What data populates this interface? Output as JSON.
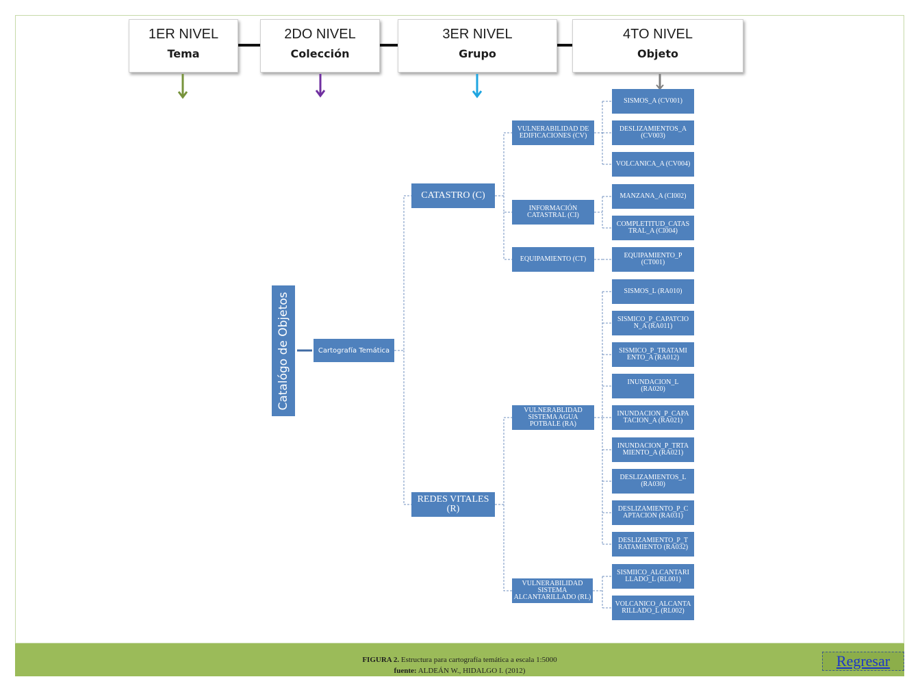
{
  "levels": [
    {
      "title": "1ER NIVEL",
      "subtitle": "Tema",
      "arrow_color": "#77933c"
    },
    {
      "title": "2DO NIVEL",
      "subtitle": "Colección",
      "arrow_color": "#7030a0"
    },
    {
      "title": "3ER NIVEL",
      "subtitle": "Grupo",
      "arrow_color": "#1fa5e0"
    },
    {
      "title": "4TO NIVEL",
      "subtitle": "Objeto",
      "arrow_color": "#7f7f7f"
    }
  ],
  "tree": {
    "root": "Catalógo de Objetos",
    "collection": "Cartografía Temática",
    "themes": [
      {
        "label": "CATASTRO (C)"
      },
      {
        "label": "REDES VITALES\n(R)"
      }
    ],
    "groups": [
      {
        "label": "VULNERABILIDAD DE\nEDIFICACIONES (CV)"
      },
      {
        "label": "INFORMACIÓN\nCATASTRAL (CI)"
      },
      {
        "label": "EQUIPAMIENTO (CT)"
      },
      {
        "label": "VULNERABLIDAD\nSISTEMA AGUA\nPOTBALE (RA)"
      },
      {
        "label": "VULNERABILIDAD\nSISTEMA\nALCANTARILLADO (RL)"
      }
    ],
    "objects": [
      {
        "label": "SISMOS_A (CV001)"
      },
      {
        "label": "DESLIZAMIENTOS_A\n(CV003)"
      },
      {
        "label": "VOLCANICA_A (CV004)"
      },
      {
        "label": "MANZANA_A (CI002)"
      },
      {
        "label": "COMPLETITUD_CATAS\nTRAL_A (CI004)"
      },
      {
        "label": "EQUIPAMIENTO_P\n(CT001)"
      },
      {
        "label": "SISMOS_L (RA010)"
      },
      {
        "label": "SISMICO_P_CAPATCIO\nN_A (RA011)"
      },
      {
        "label": "SISMICO_P_TRATAMI\nENTO_A (RA012)"
      },
      {
        "label": "INUNDACION_L\n(RA020)"
      },
      {
        "label": "INUNDACION_P_CAPA\nTACION_A (RA021)"
      },
      {
        "label": "INUNDACION_P_TRTA\nMIENTO_A (RA021)"
      },
      {
        "label": "DESLIZAMIENTOS_L\n(RA030)"
      },
      {
        "label": "DESLIZAMIENTO_P_C\nAPTACION (RA031)"
      },
      {
        "label": "DESLIZAMIENTO_P_T\nRATAMIENTO (RA032)"
      },
      {
        "label": "SISMIICO_ALCANTARI\nLLADO_L (RL001)"
      },
      {
        "label": "VOLCANICO_ALCANTA\nRILLADO_L (RL002)"
      }
    ]
  },
  "footer": {
    "caption_label": "FIGURA 2.",
    "caption_text": "Estructura para cartografía temática a escala 1:5000",
    "source_label": "fuente:",
    "source_text": "ALDEÁN W., HIDALGO I. (2012)",
    "back_button": "Regresar"
  },
  "colors": {
    "node_fill": "#4f81bd",
    "footer_band": "#9bbb59",
    "connector": "#6f8fbf"
  }
}
